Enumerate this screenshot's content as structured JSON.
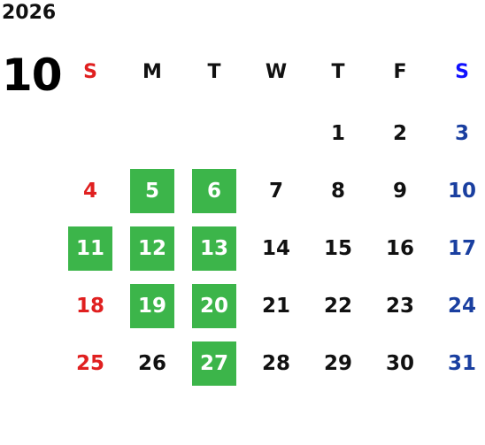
{
  "calendar": {
    "year": "2026",
    "month": "10",
    "colors": {
      "sunday": "#e02020",
      "saturday": "#1a3fa0",
      "saturday_header": "#1010ff",
      "highlight": "#3cb54a"
    },
    "weekdays": [
      "S",
      "M",
      "T",
      "W",
      "T",
      "F",
      "S"
    ],
    "weeks": [
      [
        "",
        "",
        "",
        "",
        "1",
        "2",
        "3"
      ],
      [
        "4",
        "5",
        "6",
        "7",
        "8",
        "9",
        "10"
      ],
      [
        "11",
        "12",
        "13",
        "14",
        "15",
        "16",
        "17"
      ],
      [
        "18",
        "19",
        "20",
        "21",
        "22",
        "23",
        "24"
      ],
      [
        "25",
        "26",
        "27",
        "28",
        "29",
        "30",
        "31"
      ]
    ],
    "highlighted_days": [
      "5",
      "6",
      "11",
      "12",
      "13",
      "19",
      "20",
      "27"
    ]
  }
}
